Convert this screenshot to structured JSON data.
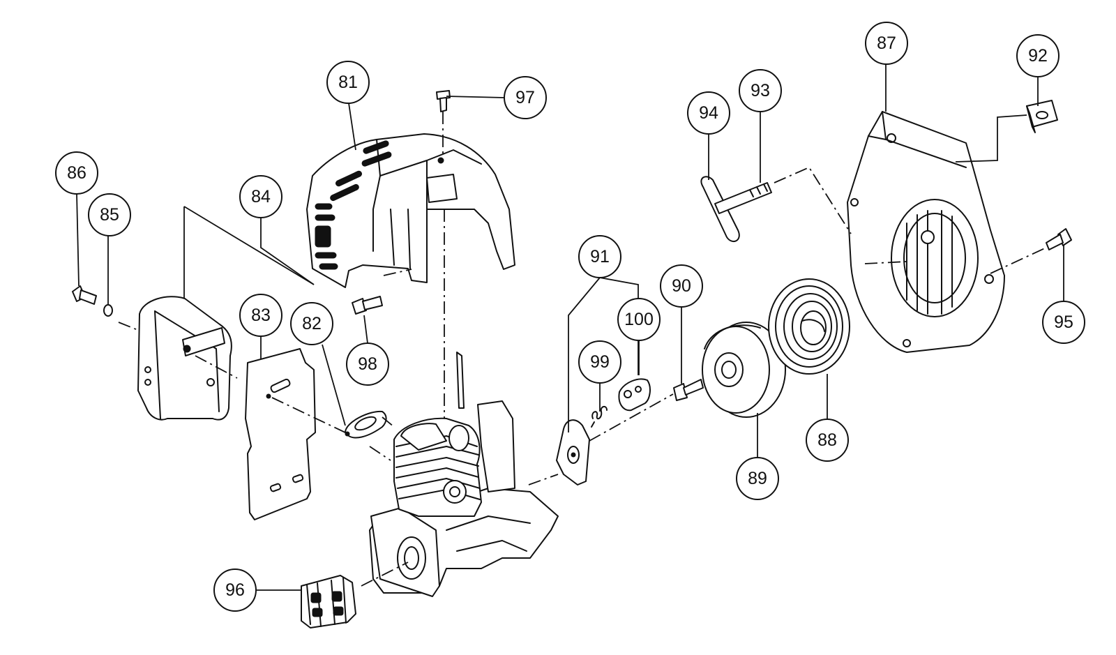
{
  "callouts": [
    {
      "id": "81",
      "label": "81"
    },
    {
      "id": "82",
      "label": "82"
    },
    {
      "id": "83",
      "label": "83"
    },
    {
      "id": "84",
      "label": "84"
    },
    {
      "id": "85",
      "label": "85"
    },
    {
      "id": "86",
      "label": "86"
    },
    {
      "id": "87",
      "label": "87"
    },
    {
      "id": "88",
      "label": "88"
    },
    {
      "id": "89",
      "label": "89"
    },
    {
      "id": "90",
      "label": "90"
    },
    {
      "id": "91",
      "label": "91"
    },
    {
      "id": "92",
      "label": "92"
    },
    {
      "id": "93",
      "label": "93"
    },
    {
      "id": "94",
      "label": "94"
    },
    {
      "id": "95",
      "label": "95"
    },
    {
      "id": "96",
      "label": "96"
    },
    {
      "id": "97",
      "label": "97"
    },
    {
      "id": "98",
      "label": "98"
    },
    {
      "id": "99",
      "label": "99"
    },
    {
      "id": "100",
      "label": "100"
    }
  ]
}
